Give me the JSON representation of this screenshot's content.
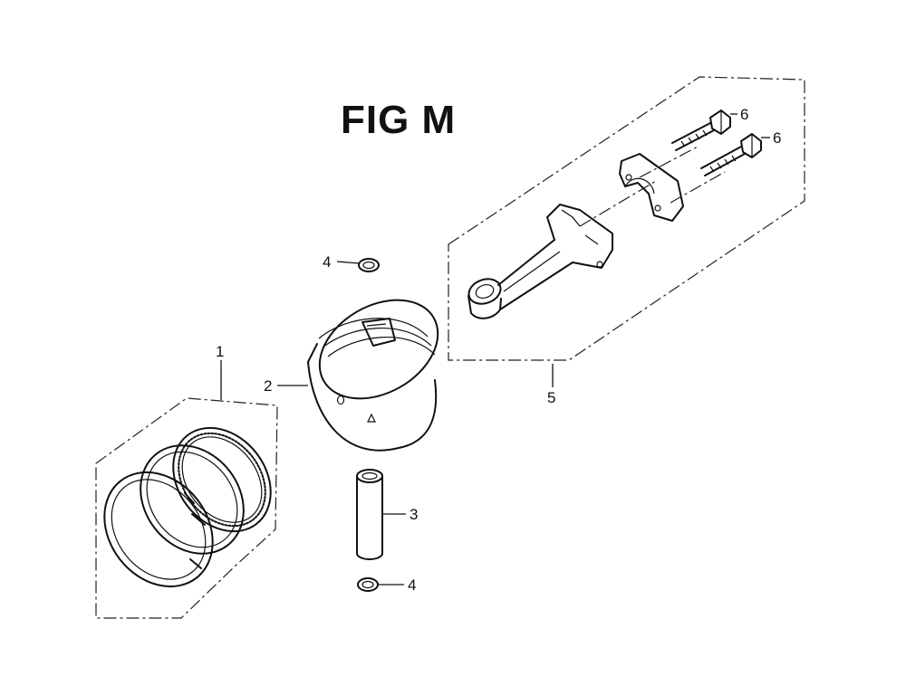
{
  "figure": {
    "title": "FIG M"
  },
  "parts": [
    {
      "ref": "1",
      "component": "piston-ring-set"
    },
    {
      "ref": "2",
      "component": "piston"
    },
    {
      "ref": "3",
      "component": "piston-pin"
    },
    {
      "ref": "4",
      "component": "piston-pin-clip-top"
    },
    {
      "ref": "4",
      "component": "piston-pin-clip-bottom"
    },
    {
      "ref": "5",
      "component": "connecting-rod-assembly"
    },
    {
      "ref": "6",
      "component": "connecting-rod-bolt-upper"
    },
    {
      "ref": "6",
      "component": "connecting-rod-bolt-lower"
    }
  ],
  "colors": {
    "line": "#111111",
    "background": "#ffffff"
  }
}
